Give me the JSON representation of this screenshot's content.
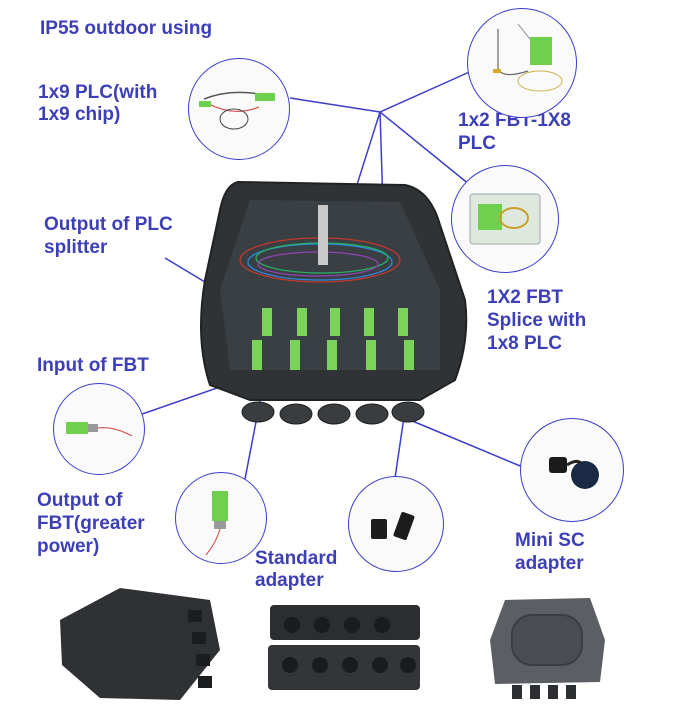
{
  "labels": {
    "ip55": "IP55 outdoor using",
    "plc_1x9_l1": "1x9 PLC(with",
    "plc_1x9_l2": "1x9 chip)",
    "fbt_1x2_l1": "1x2 FBT-1X8",
    "fbt_1x2_l2": "PLC",
    "output_plc_l1": "Output of PLC",
    "output_plc_l2": "splitter",
    "fbt_splice_l1": "1X2 FBT",
    "fbt_splice_l2": "Splice with",
    "fbt_splice_l3": "1x8 PLC",
    "input_fbt": "Input of FBT",
    "output_fbt_l1": "Output of",
    "output_fbt_l2": "FBT(greater",
    "output_fbt_l3": "power)",
    "standard_l1": "Standard",
    "standard_l2": "adapter",
    "minisc_l1": "Mini SC",
    "minisc_l2": "adapter"
  },
  "colors": {
    "label": "#3d3fb8",
    "callout_line": "#3b3ecb",
    "enclosure": "#2f3336",
    "adapter_green": "#7cd35a"
  }
}
